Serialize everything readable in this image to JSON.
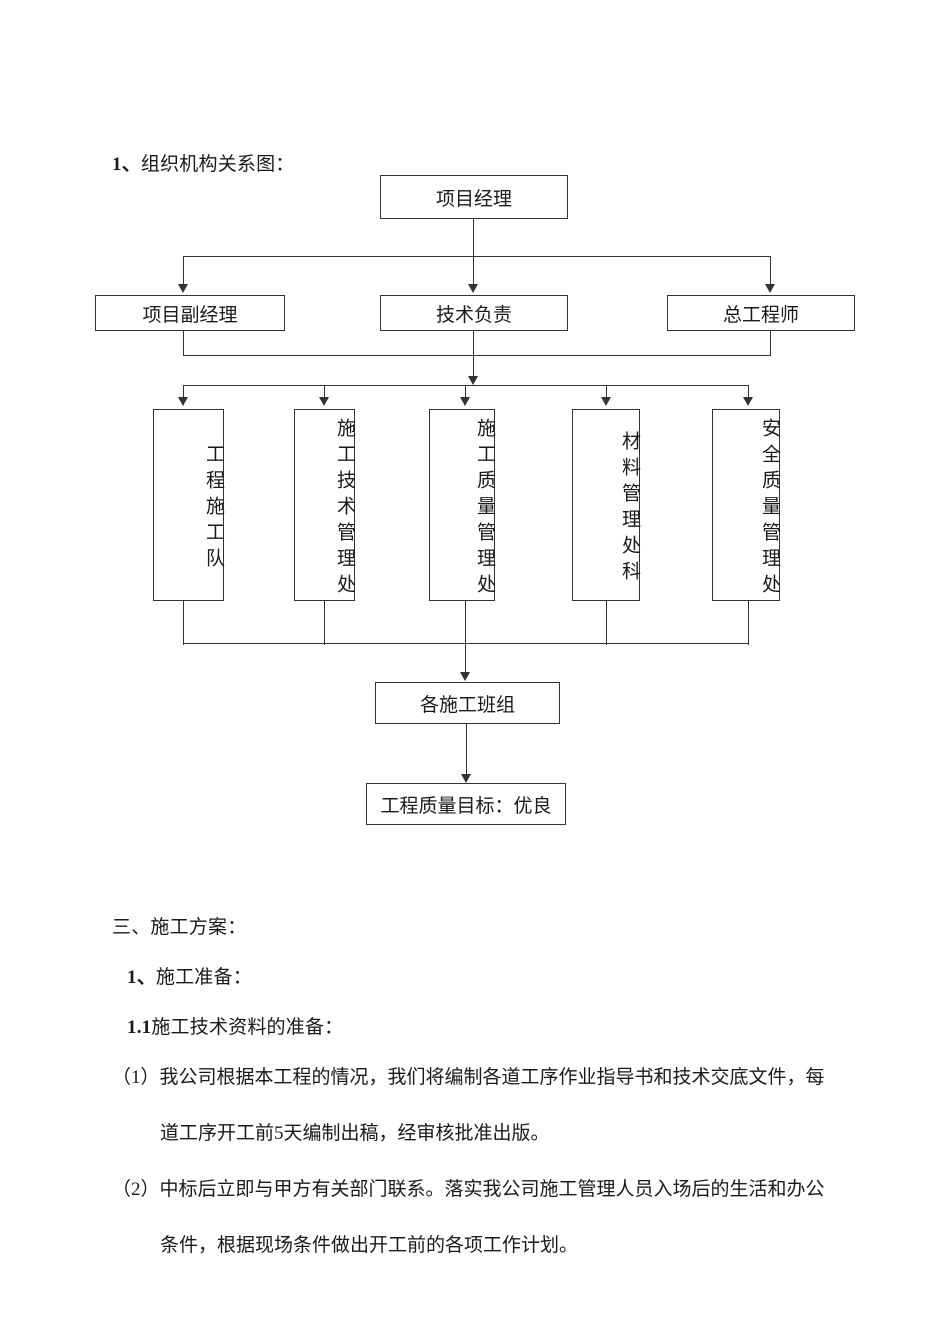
{
  "document": {
    "section_heading": {
      "number": "1、",
      "text": "组织机构关系图："
    },
    "sections": [
      {
        "id": "sec-3",
        "text": "三、施工方案："
      },
      {
        "id": "sec-1",
        "number": "1、",
        "text": "施工准备："
      },
      {
        "id": "sec-11",
        "number": "1.1",
        "text": "施工技术资料的准备："
      }
    ],
    "paragraphs": [
      {
        "marker": "（1）",
        "lines": [
          "（1）我公司根据本工程的情况，我们将编制各道工序作业指导书和技术交底文件，每",
          "道工序开工前5天编制出稿，经审核批准出版。"
        ]
      },
      {
        "marker": "（2）",
        "lines": [
          "（2）中标后立即与甲方有关部门联系。落实我公司施工管理人员入场后的生活和办公",
          "条件，根据现场条件做出开工前的各项工作计划。"
        ]
      }
    ]
  },
  "org_chart": {
    "title": "组织机构关系图",
    "level_1": [
      {
        "id": "project-manager",
        "label": "项目经理"
      }
    ],
    "level_2": [
      {
        "id": "deputy-project-manager",
        "label": "项目副经理"
      },
      {
        "id": "technical-lead",
        "label": "技术负责"
      },
      {
        "id": "chief-engineer",
        "label": "总工程师"
      }
    ],
    "level_3": [
      {
        "id": "construction-team",
        "label": "工程施工队"
      },
      {
        "id": "construction-tech-dept",
        "label": "施工技术管理处"
      },
      {
        "id": "construction-quality-dept",
        "label": "施工质量管理处"
      },
      {
        "id": "material-management-dept",
        "label": "材料管理处科"
      },
      {
        "id": "safety-quality-dept",
        "label": "安全质量管理处"
      }
    ],
    "level_4": [
      {
        "id": "work-crews",
        "label": "各施工班组"
      }
    ],
    "level_5": [
      {
        "id": "quality-goal",
        "label": "工程质量目标：优良"
      }
    ]
  },
  "colors": {
    "line": "#333333",
    "text": "#1a1a1a",
    "background": "#ffffff"
  }
}
